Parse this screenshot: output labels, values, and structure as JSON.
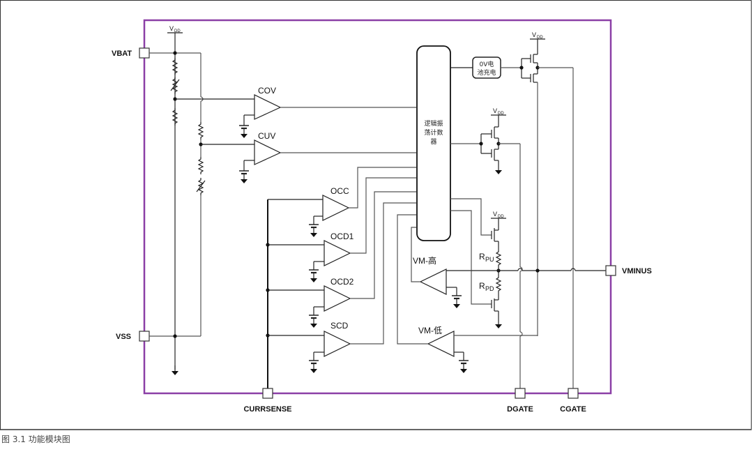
{
  "figure": {
    "caption": "图 3.1 功能模块图",
    "border_color": "#8b3fa6"
  },
  "pins": {
    "vbat": "VBAT",
    "vss": "VSS",
    "vminus": "VMINUS",
    "currsense": "CURRSENSE",
    "dgate": "DGATE",
    "cgate": "CGATE"
  },
  "supply": {
    "vdd_main": "V",
    "vdd_sub": "DD"
  },
  "comparators": {
    "cov": "COV",
    "cuv": "CUV",
    "occ": "OCC",
    "ocd1": "OCD1",
    "ocd2": "OCD2",
    "scd": "SCD",
    "vm_high": "VM-高",
    "vm_low": "VM-低"
  },
  "blocks": {
    "logic_line1": "逻辑振",
    "logic_line2": "荡计数",
    "logic_line3": "器",
    "zero_v_line1": "0V电",
    "zero_v_line2": "池充电"
  },
  "resistors": {
    "rpu_main": "R",
    "rpu_sub": "PU",
    "rpd_main": "R",
    "rpd_sub": "PD"
  }
}
